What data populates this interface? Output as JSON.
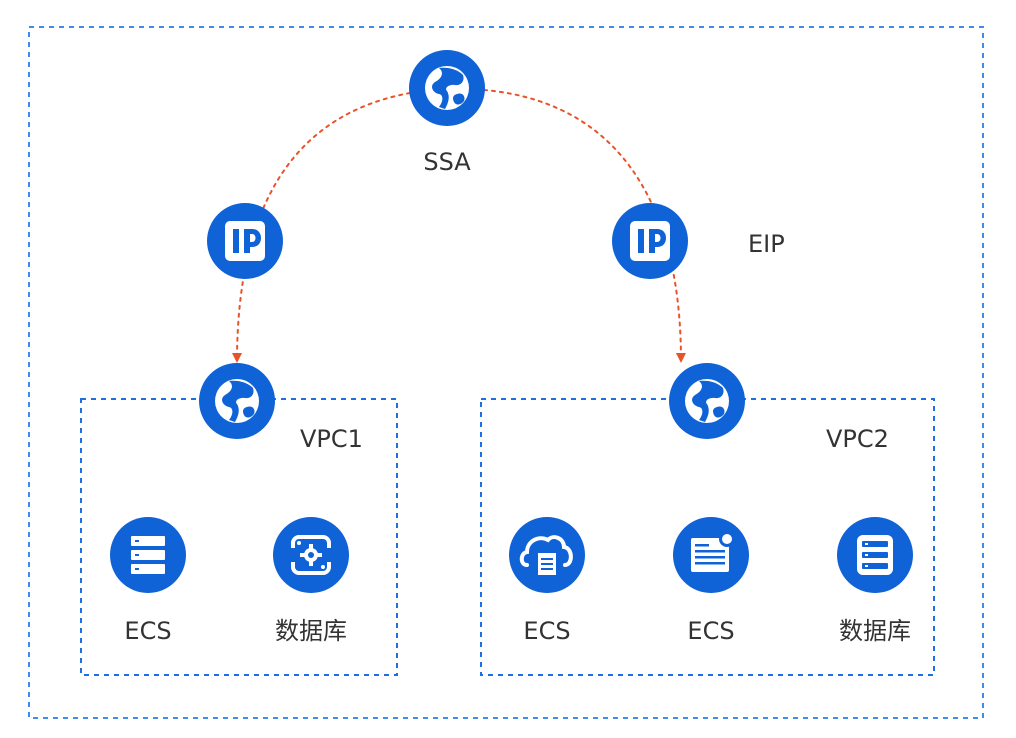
{
  "colors": {
    "primary": "#0f63d6",
    "outer_border": "#3b8ef0",
    "vpc_border": "#1e6fe0",
    "arrow": "#e8542a",
    "text": "#333333"
  },
  "nodes": {
    "ssa": {
      "label": "SSA",
      "icon": "globe-icon"
    },
    "eip_left": {
      "label": "",
      "icon": "ip-icon"
    },
    "eip_right": {
      "label": "EIP",
      "icon": "ip-icon"
    }
  },
  "vpcs": [
    {
      "label": "VPC1",
      "gateway_icon": "globe-icon",
      "resources": [
        {
          "label": "ECS",
          "icon": "server-stack-icon"
        },
        {
          "label": "数据库",
          "icon": "database-gear-icon"
        }
      ]
    },
    {
      "label": "VPC2",
      "gateway_icon": "globe-icon",
      "resources": [
        {
          "label": "ECS",
          "icon": "cloud-server-icon"
        },
        {
          "label": "ECS",
          "icon": "server-panel-icon"
        },
        {
          "label": "数据库",
          "icon": "database-rack-icon"
        }
      ]
    }
  ]
}
